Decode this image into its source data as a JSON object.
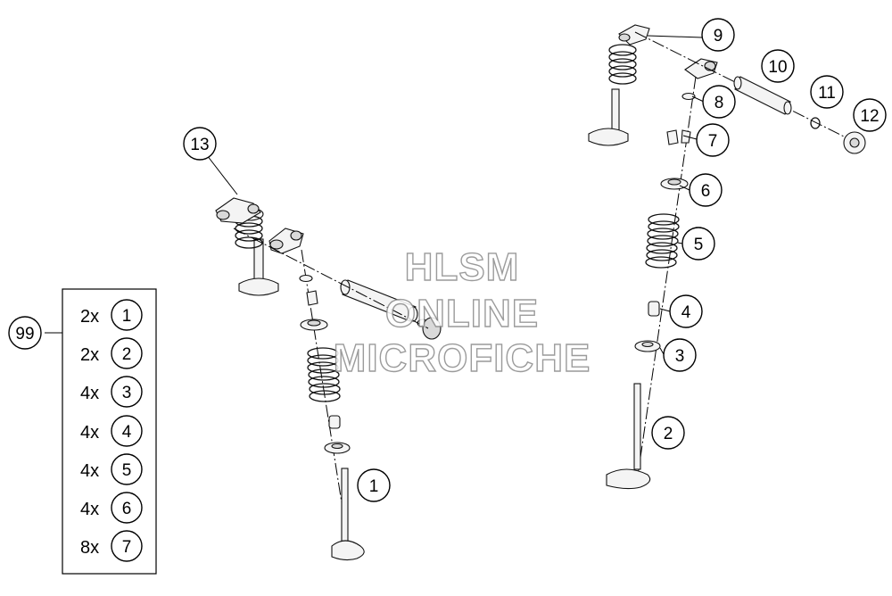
{
  "callouts": [
    {
      "id": "1",
      "label": "1"
    },
    {
      "id": "2",
      "label": "2"
    },
    {
      "id": "3",
      "label": "3"
    },
    {
      "id": "4",
      "label": "4"
    },
    {
      "id": "5",
      "label": "5"
    },
    {
      "id": "6",
      "label": "6"
    },
    {
      "id": "7",
      "label": "7"
    },
    {
      "id": "8",
      "label": "8"
    },
    {
      "id": "9",
      "label": "9"
    },
    {
      "id": "10",
      "label": "10"
    },
    {
      "id": "11",
      "label": "11"
    },
    {
      "id": "12",
      "label": "12"
    },
    {
      "id": "13",
      "label": "13"
    }
  ],
  "kit": {
    "label": "99",
    "items": [
      {
        "qty": "2x",
        "part": "1"
      },
      {
        "qty": "2x",
        "part": "2"
      },
      {
        "qty": "4x",
        "part": "3"
      },
      {
        "qty": "4x",
        "part": "4"
      },
      {
        "qty": "4x",
        "part": "5"
      },
      {
        "qty": "4x",
        "part": "6"
      },
      {
        "qty": "8x",
        "part": "7"
      }
    ]
  },
  "watermark": {
    "line1": "HLSM",
    "line2": "ONLINE",
    "line3": "MICROFICHE"
  }
}
